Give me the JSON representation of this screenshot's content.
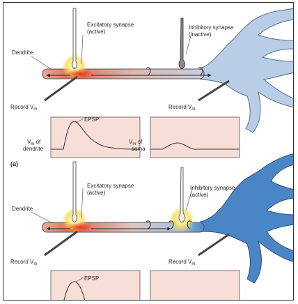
{
  "panel_a": {
    "excitatory_label_1": "Excitatory synapse",
    "excitatory_label_2": "(active)",
    "inhibitory_label_1": "Inhibitory synapse",
    "inhibitory_label_2": "(inactive)",
    "dendrite_label": "Dendrite",
    "record_left": "Record V",
    "record_right": "Record V",
    "record_sub": "m",
    "trace_left_label_1": "V",
    "trace_left_label_sub": "m",
    "trace_left_label_2": " of",
    "trace_left_label_3": "dendrite",
    "trace_right_label_1": "V",
    "trace_right_label_sub": "m",
    "trace_right_label_2": " of",
    "trace_right_label_3": "soma",
    "epsp_label": "EPSP",
    "panel_letter": "(a)"
  },
  "panel_b": {
    "excitatory_label_1": "Excitatory synapse",
    "excitatory_label_2": "(active)",
    "inhibitory_label_1": "Inhibitory synapse",
    "inhibitory_label_2": "(active)",
    "dendrite_label": "Dendrite",
    "record_left": "Record V",
    "record_right": "Record V",
    "record_sub": "m",
    "epsp_label": "EPSP"
  },
  "colors": {
    "dendrite_fill": "#e9b3a5",
    "soma_a": "#b8cde6",
    "soma_b": "#4a86c5",
    "trace_bg": "#f7ded7",
    "glow": "#f6d84a",
    "red": "#d93a2a"
  }
}
